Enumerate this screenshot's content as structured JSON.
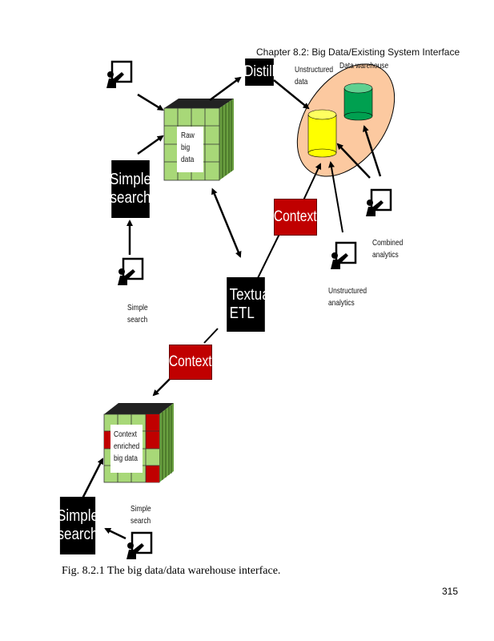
{
  "header": {
    "title": "Chapter 8.2: Big Data/Existing System Interface"
  },
  "diagram": {
    "boxes": {
      "distill": "Distill",
      "simple_search_top": [
        "Simple",
        "search"
      ],
      "textual_etl": [
        "Textual",
        "ETL"
      ],
      "simple_search_bottom": [
        "Simple",
        "search"
      ],
      "context_upper": "Context",
      "context_lower": "Context"
    },
    "cubes": {
      "raw": [
        "Raw",
        "big",
        "data"
      ],
      "enriched": [
        "Context",
        "enriched",
        "big data"
      ]
    },
    "labels": {
      "unstructured_data": [
        "Unstructured",
        "data"
      ],
      "data_warehouse": "Data warehouse",
      "combined_analytics": [
        "Combined",
        "analytics"
      ],
      "unstructured_analytics": [
        "Unstructured",
        "analytics"
      ],
      "simple_search_mid": [
        "Simple",
        "search"
      ],
      "simple_search_low": [
        "Simple",
        "search"
      ]
    },
    "colors": {
      "cube_green": "#a8d878",
      "context_red": "#c00000",
      "warehouse_bg": "#fcc9a0",
      "unstructured_store": "#ffff00",
      "warehouse_store": "#00a050"
    }
  },
  "caption": "Fig. 8.2.1 The big data/data warehouse interface.",
  "page_number": "315"
}
